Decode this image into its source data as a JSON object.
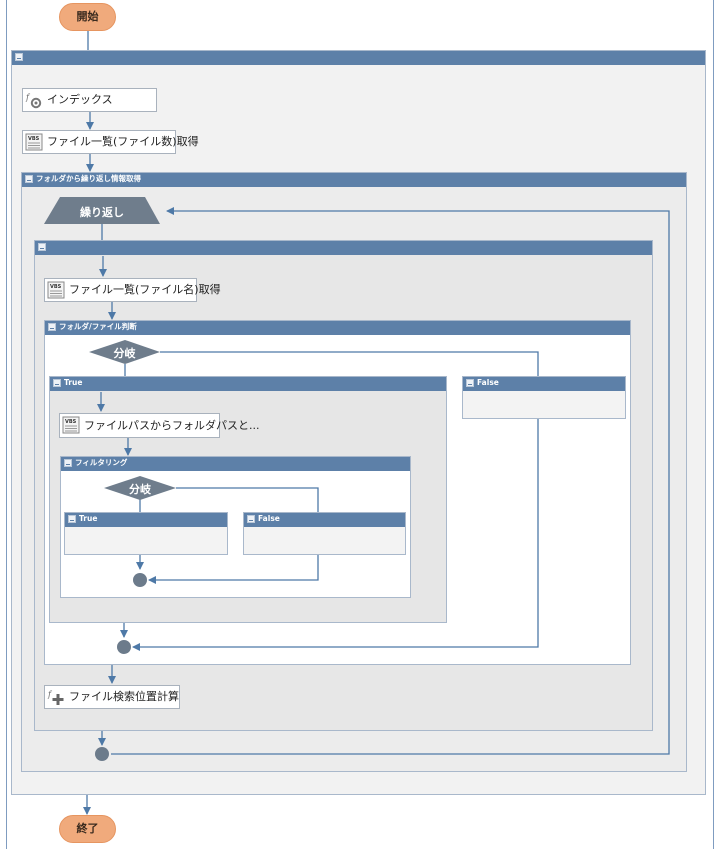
{
  "start_label": "開始",
  "end_label": "終了",
  "loop_group_title": "フォルダから繰り返し情報取得",
  "loop_label": "繰り返し",
  "branch1_group_title": "フォルダ/ファイル判断",
  "branch_label": "分岐",
  "true_label": "True",
  "false_label": "False",
  "filter_group_title": "フィルタリング",
  "actions": {
    "index": "インデックス",
    "file_list_count": "ファイル一覧(ファイル数)取得",
    "file_list_name": "ファイル一覧(ファイル名)取得",
    "folder_path": "ファイルパスからフォルダパスと...",
    "search_pos": "ファイル検索位置計算"
  },
  "icons": {
    "index": "function-gear-icon",
    "vbs": "vbs-script-icon",
    "calc": "function-plus-icon"
  },
  "vbs_text": "VBS",
  "colors": {
    "group_header": "#5d80a8",
    "group_body": "#eeeeee",
    "connector": "#4e79a7",
    "terminal": "#f0aa7c",
    "shape": "#6f7d8c",
    "join_node": "#6c7b8b"
  }
}
